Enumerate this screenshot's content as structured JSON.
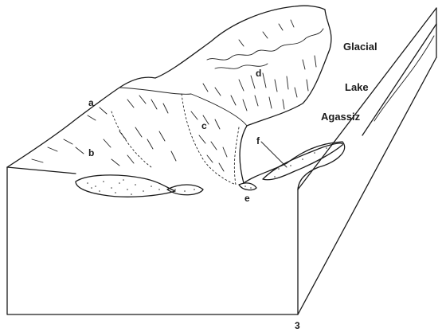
{
  "figure_number": "3",
  "region_labels": {
    "glacial": "Glacial",
    "lake": "Lake",
    "agassiz": "Agassiz"
  },
  "point_labels": {
    "a": "a",
    "b": "b",
    "c": "c",
    "d": "d",
    "e": "e",
    "f": "f"
  }
}
